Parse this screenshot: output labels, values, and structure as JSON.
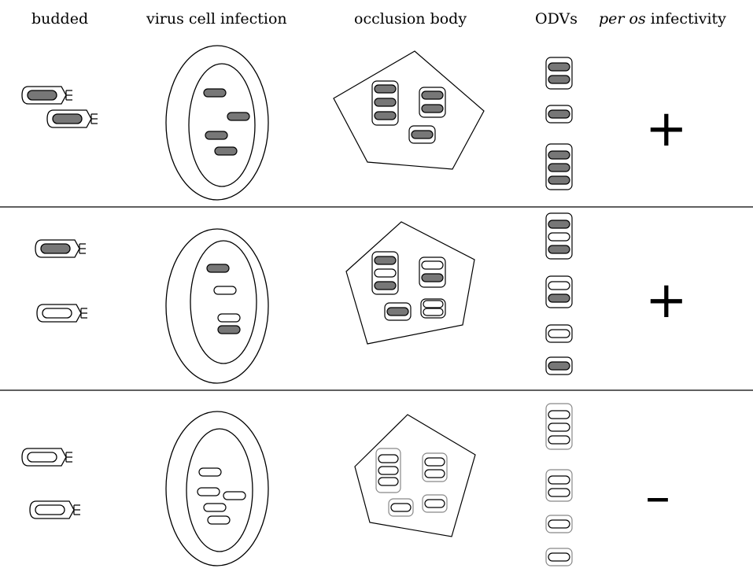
{
  "headers": {
    "budded": "budded",
    "virus_cell_infection": "virus cell infection",
    "occlusion_body": "occlusion body",
    "odvs": "ODVs",
    "per_os": "per os",
    "infectivity": "infectivity"
  },
  "rows": [
    {
      "infectivity_sign": "+"
    },
    {
      "infectivity_sign": "+"
    },
    {
      "infectivity_sign": "–"
    }
  ],
  "colors": {
    "genome_filled": "#777777",
    "outline": "#000000",
    "faded_outline": "#888888"
  }
}
